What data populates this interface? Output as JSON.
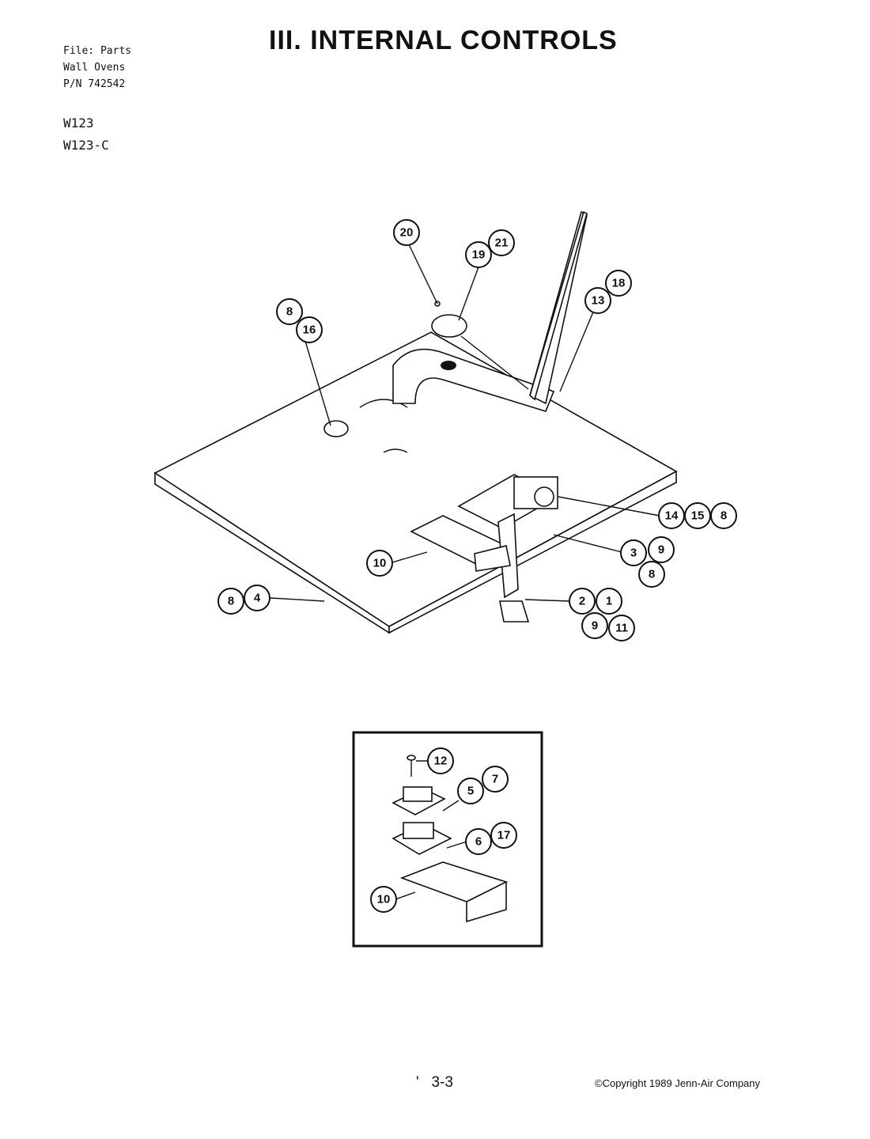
{
  "header": {
    "file_line": "File:  Parts",
    "product_line": "Wall Ovens",
    "part_number_line": "P/N 742542",
    "title": "III. INTERNAL CONTROLS"
  },
  "models": [
    "W123",
    "W123-C"
  ],
  "main_diagram": {
    "callouts": [
      "20",
      "19",
      "21",
      "18",
      "13",
      "8",
      "16",
      "14",
      "15",
      "8",
      "3",
      "9",
      "8",
      "10",
      "8",
      "4",
      "2",
      "1",
      "9",
      "11"
    ]
  },
  "inset_diagram": {
    "callouts": [
      "12",
      "5",
      "7",
      "6",
      "17",
      "10"
    ]
  },
  "footer": {
    "mark": "'",
    "page": "3-3",
    "copyright": "©Copyright 1989 Jenn-Air Company"
  }
}
